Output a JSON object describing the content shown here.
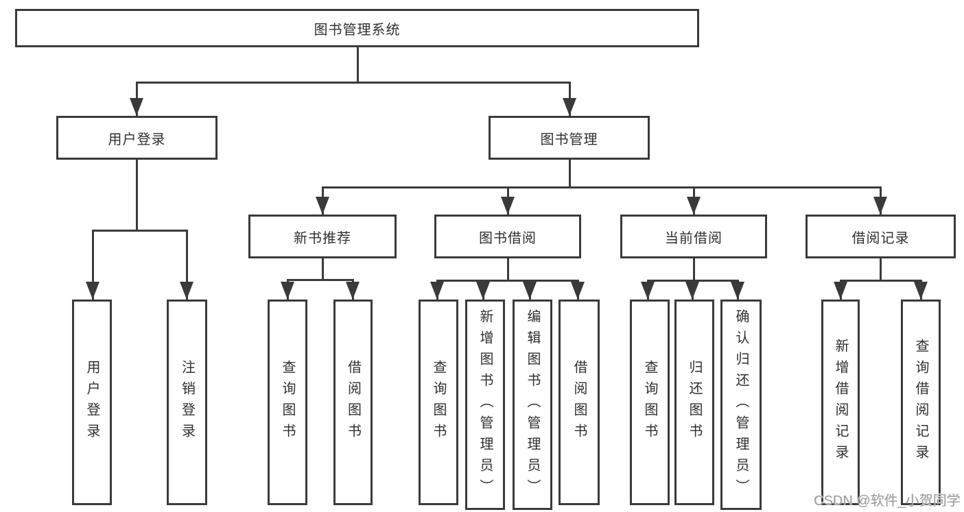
{
  "diagram": {
    "root": {
      "label": "图书管理系统"
    },
    "level2": [
      {
        "label": "用户登录"
      },
      {
        "label": "图书管理"
      }
    ],
    "level3": [
      {
        "label": "新书推荐"
      },
      {
        "label": "图书借阅"
      },
      {
        "label": "当前借阅"
      },
      {
        "label": "借阅记录"
      }
    ],
    "leaves": [
      {
        "label": "用户登录"
      },
      {
        "label": "注销登录"
      },
      {
        "label": "查询图书"
      },
      {
        "label": "借阅图书"
      },
      {
        "label": "查询图书"
      },
      {
        "label": "新增图书（管理员）"
      },
      {
        "label": "编辑图书（管理员）"
      },
      {
        "label": "借阅图书"
      },
      {
        "label": "查询图书"
      },
      {
        "label": "归还图书"
      },
      {
        "label": "确认归还（管理员）"
      },
      {
        "label": "新增借阅记录"
      },
      {
        "label": "查询借阅记录"
      }
    ],
    "colors": {
      "line": "#3a3a3a",
      "text": "#2f2f2f",
      "background": "#ffffff",
      "watermark": "#9a9a9a"
    },
    "watermark": "CSDN @软件_小贺同学"
  }
}
